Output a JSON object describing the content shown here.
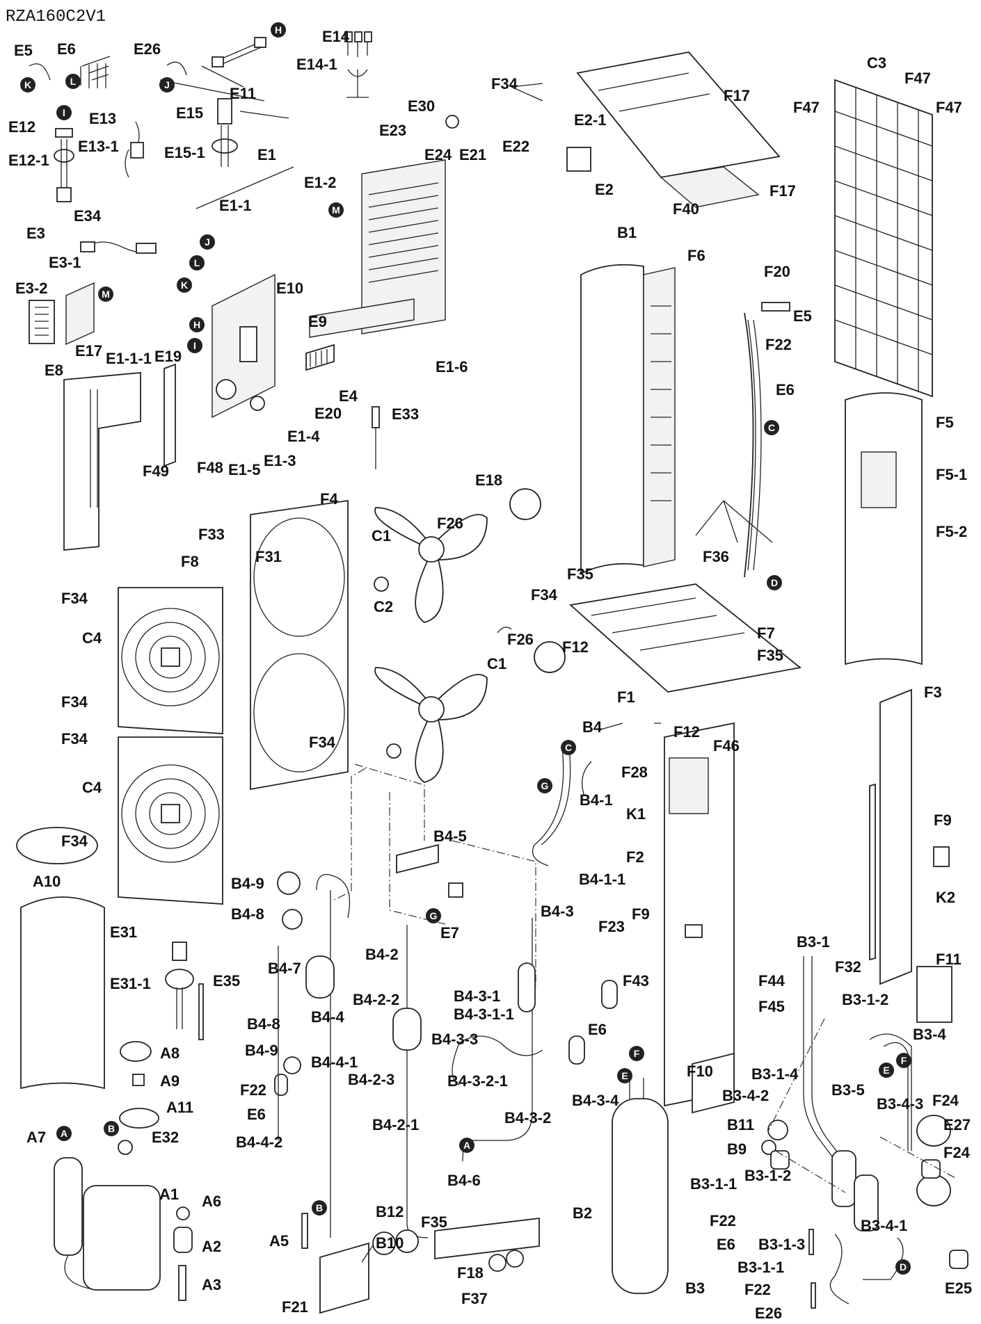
{
  "model": "RZA160C2V1",
  "circles": [
    "A",
    "B",
    "C",
    "D",
    "E",
    "F",
    "G",
    "H",
    "I",
    "J",
    "K",
    "L",
    "M"
  ],
  "labels": [
    "E5",
    "E6",
    "E26",
    "E11",
    "E14",
    "E14-1",
    "E15",
    "E15-1",
    "E12",
    "E12-1",
    "E13",
    "E13-1",
    "E1",
    "E3",
    "E34",
    "E3-1",
    "E3-2",
    "E8",
    "E17",
    "E1-1-1",
    "E19",
    "E1-1",
    "E10",
    "E9",
    "E4",
    "E20",
    "E1-4",
    "E1-3",
    "E1-5",
    "F48",
    "F49",
    "E1-2",
    "E23",
    "E24",
    "E21",
    "E22",
    "E2-1",
    "E2",
    "E30",
    "F34",
    "F17",
    "F40",
    "C3",
    "F47",
    "B1",
    "F6",
    "F20",
    "F22",
    "E1-6",
    "E33",
    "E18",
    "F26",
    "C1",
    "C2",
    "F33",
    "F4",
    "F31",
    "F8",
    "C4",
    "F35",
    "F36",
    "F7",
    "F12",
    "F1",
    "F5",
    "F5-1",
    "F5-2",
    "F3",
    "B4",
    "B4-1",
    "B4-1-1",
    "B4-5",
    "E7",
    "F28",
    "K1",
    "F46",
    "F2",
    "F9",
    "K2",
    "F11",
    "F32",
    "A10",
    "E31",
    "E31-1",
    "E35",
    "A8",
    "A9",
    "A11",
    "E32",
    "A7",
    "A1",
    "A6",
    "A2",
    "A3",
    "A5",
    "F21",
    "B4-9",
    "B4-8",
    "B4-7",
    "B4-4",
    "B4-4-1",
    "B4-4-2",
    "B4-2",
    "B4-2-2",
    "B4-2-3",
    "B4-2-1",
    "B4-6",
    "B4-3",
    "B4-3-1",
    "B4-3-1-1",
    "B4-3-3",
    "B4-3-2-1",
    "B4-3-2",
    "B4-3-4",
    "F23",
    "F43",
    "F44",
    "F45",
    "F10",
    "B12",
    "B10",
    "F18",
    "F37",
    "B2",
    "B3-1",
    "B3-1-2",
    "B3-4",
    "B3-1-4",
    "B3-5",
    "B3-4-2",
    "B3-4-3",
    "B11",
    "B9",
    "F24",
    "E27",
    "B3-1-1",
    "B3-1-2",
    "B3-4-1",
    "B3-1-3",
    "B3",
    "E25"
  ]
}
